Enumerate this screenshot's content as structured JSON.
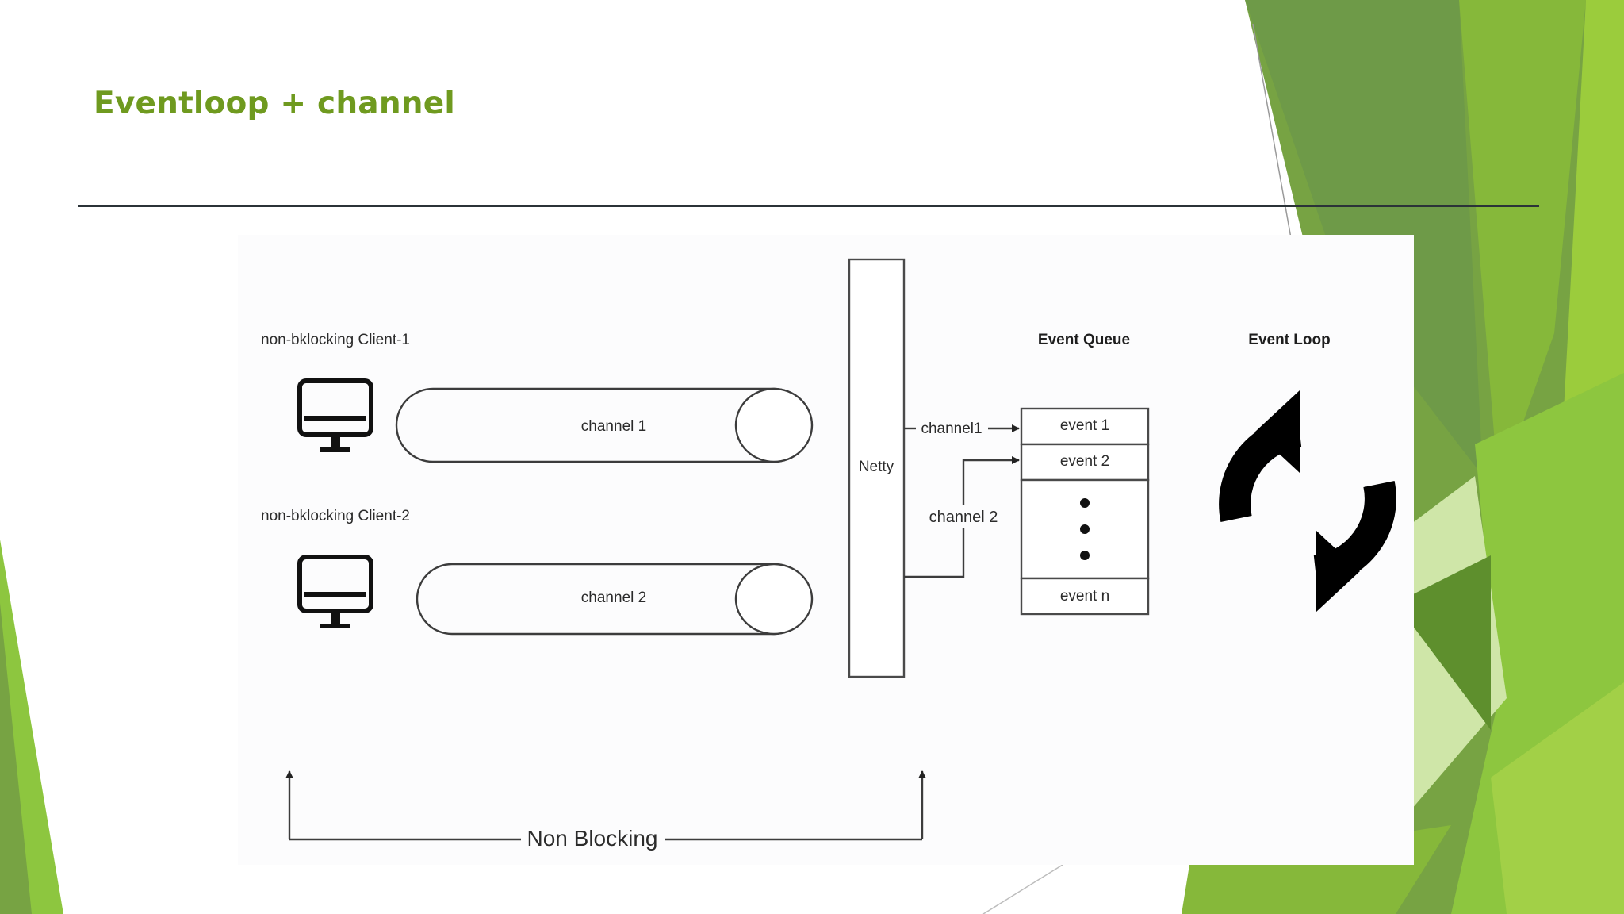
{
  "slide": {
    "title": "Eventloop + channel"
  },
  "diagram": {
    "clients": [
      {
        "label": "non-bklocking Client-1",
        "channel": "channel 1"
      },
      {
        "label": "non-bklocking Client-2",
        "channel": "channel 2"
      }
    ],
    "server": {
      "label": "Netty"
    },
    "connectors": {
      "channel_1": "channel1",
      "channel_2": "channel 2"
    },
    "queue": {
      "title": "Event Queue",
      "items": [
        "event 1",
        "event 2",
        "event n"
      ]
    },
    "loop": {
      "title": "Event Loop",
      "icon": "refresh-icon"
    },
    "footer": {
      "label": "Non Blocking"
    }
  },
  "colors": {
    "title": "#6f9a1f",
    "accent_greens": [
      "#8dc63f",
      "#77a343",
      "#5e8f2d",
      "#9bcc3c",
      "#cfe6a8"
    ]
  }
}
